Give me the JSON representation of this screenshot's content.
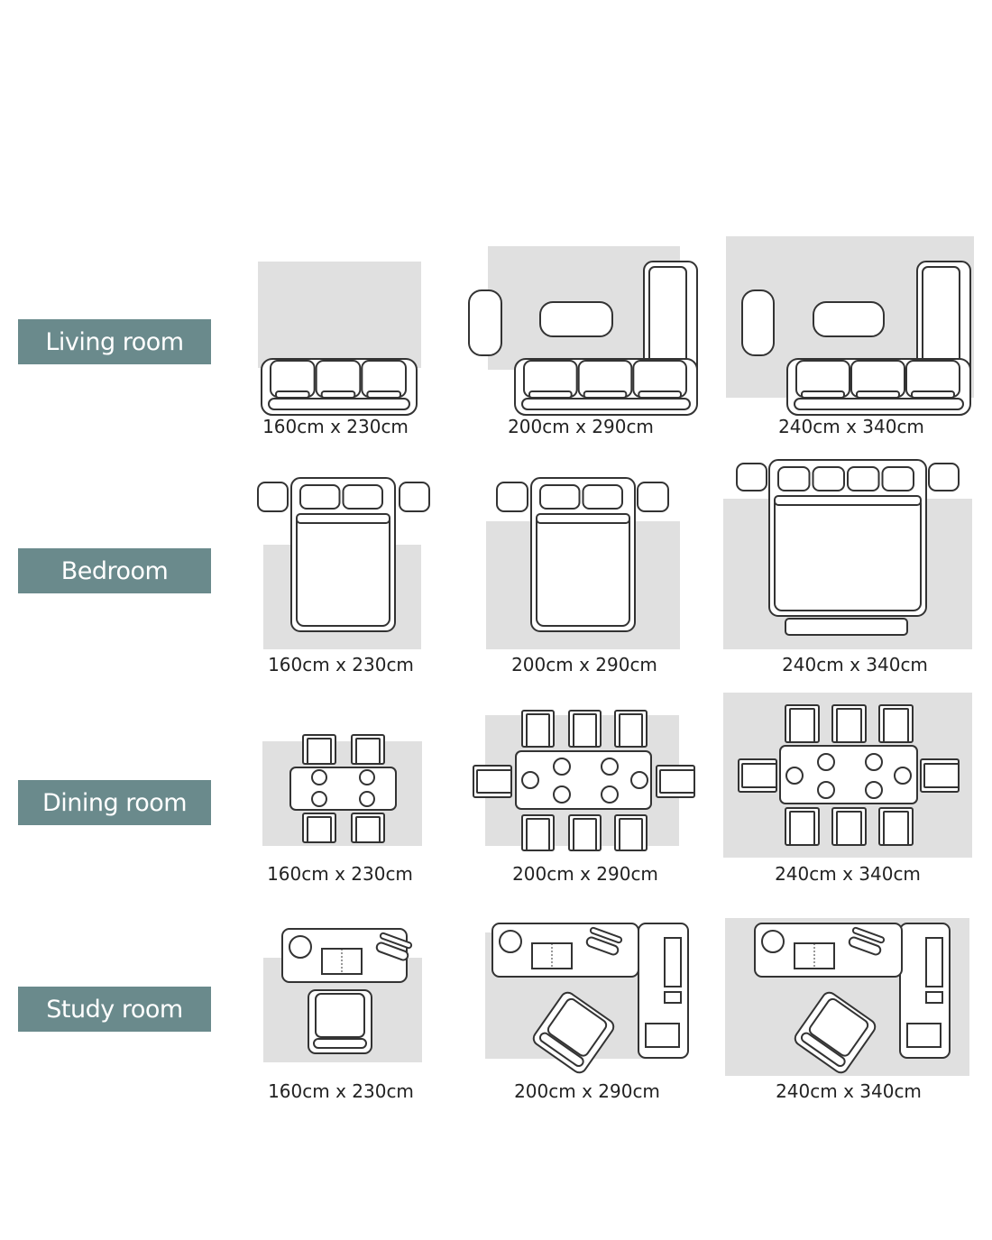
{
  "colors": {
    "label_bg": "#6a8a8c",
    "label_text": "#ffffff",
    "rug": "#e0e0e0",
    "outline": "#333333"
  },
  "rows": [
    {
      "room": "Living room",
      "sizes": [
        "160cm x 230cm",
        "200cm x 290cm",
        "240cm x 340cm"
      ]
    },
    {
      "room": "Bedroom",
      "sizes": [
        "160cm x 230cm",
        "200cm x 290cm",
        "240cm x 340cm"
      ]
    },
    {
      "room": "Dining room",
      "sizes": [
        "160cm x 230cm",
        "200cm x 290cm",
        "240cm x 340cm"
      ]
    },
    {
      "room": "Study room",
      "sizes": [
        "160cm x 230cm",
        "200cm x 290cm",
        "240cm x 340cm"
      ]
    }
  ]
}
